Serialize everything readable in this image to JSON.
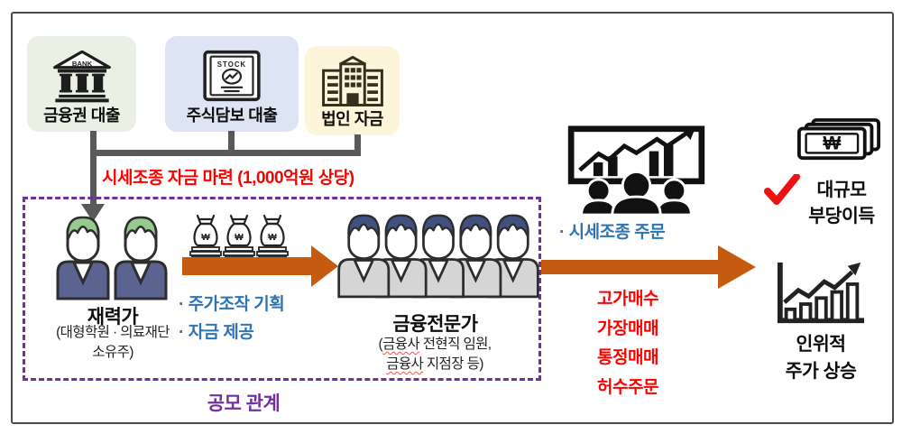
{
  "sources": {
    "bank": {
      "label": "금융권 대출",
      "icon_text": "BANK"
    },
    "stock": {
      "label": "주식담보 대출",
      "icon_text": "STOCK"
    },
    "corp": {
      "label": "법인 자금"
    }
  },
  "funding_note": "시세조종 자금 마련 (1,000억원 상당)",
  "conspiracy": {
    "box_label": "공모 관계",
    "wealthy": {
      "title": "재력가",
      "subtitle_line1": "(대형학원 · 의료재단",
      "subtitle_line2": "소유주)"
    },
    "actions": {
      "line1": "· 주가조작 기획",
      "line2": "· 자금 제공"
    },
    "experts": {
      "title": "금융전문가",
      "sub1_prefix": "(",
      "sub1_word": "금융사",
      "sub1_rest": " 전현직 임원,",
      "sub2_word": "금융사",
      "sub2_rest": " 지점장 등)"
    }
  },
  "orders": {
    "label": "· 시세조종 주문",
    "tactics": [
      "고가매수",
      "가장매매",
      "통정매매",
      "허수주문"
    ]
  },
  "outcomes": {
    "profit": {
      "line1": "대규모",
      "line2": "부당이득"
    },
    "price": {
      "line1": "인위적",
      "line2": "주가 상승"
    }
  },
  "icons": {
    "won": "₩"
  },
  "colors": {
    "orange": "#C55A11",
    "purple": "#7030A0",
    "blue": "#2E74B5",
    "red": "#FF0000",
    "connector_gray": "#595959",
    "box_bank_bg": "#EAF0E3",
    "box_stock_bg": "#DDE4F3",
    "box_corp_bg": "#FDF5DA",
    "hair_green": "#95CB8C",
    "body_navy": "#5B6491",
    "hair_navy": "#42507F",
    "body_gray": "#D5D5D5"
  }
}
